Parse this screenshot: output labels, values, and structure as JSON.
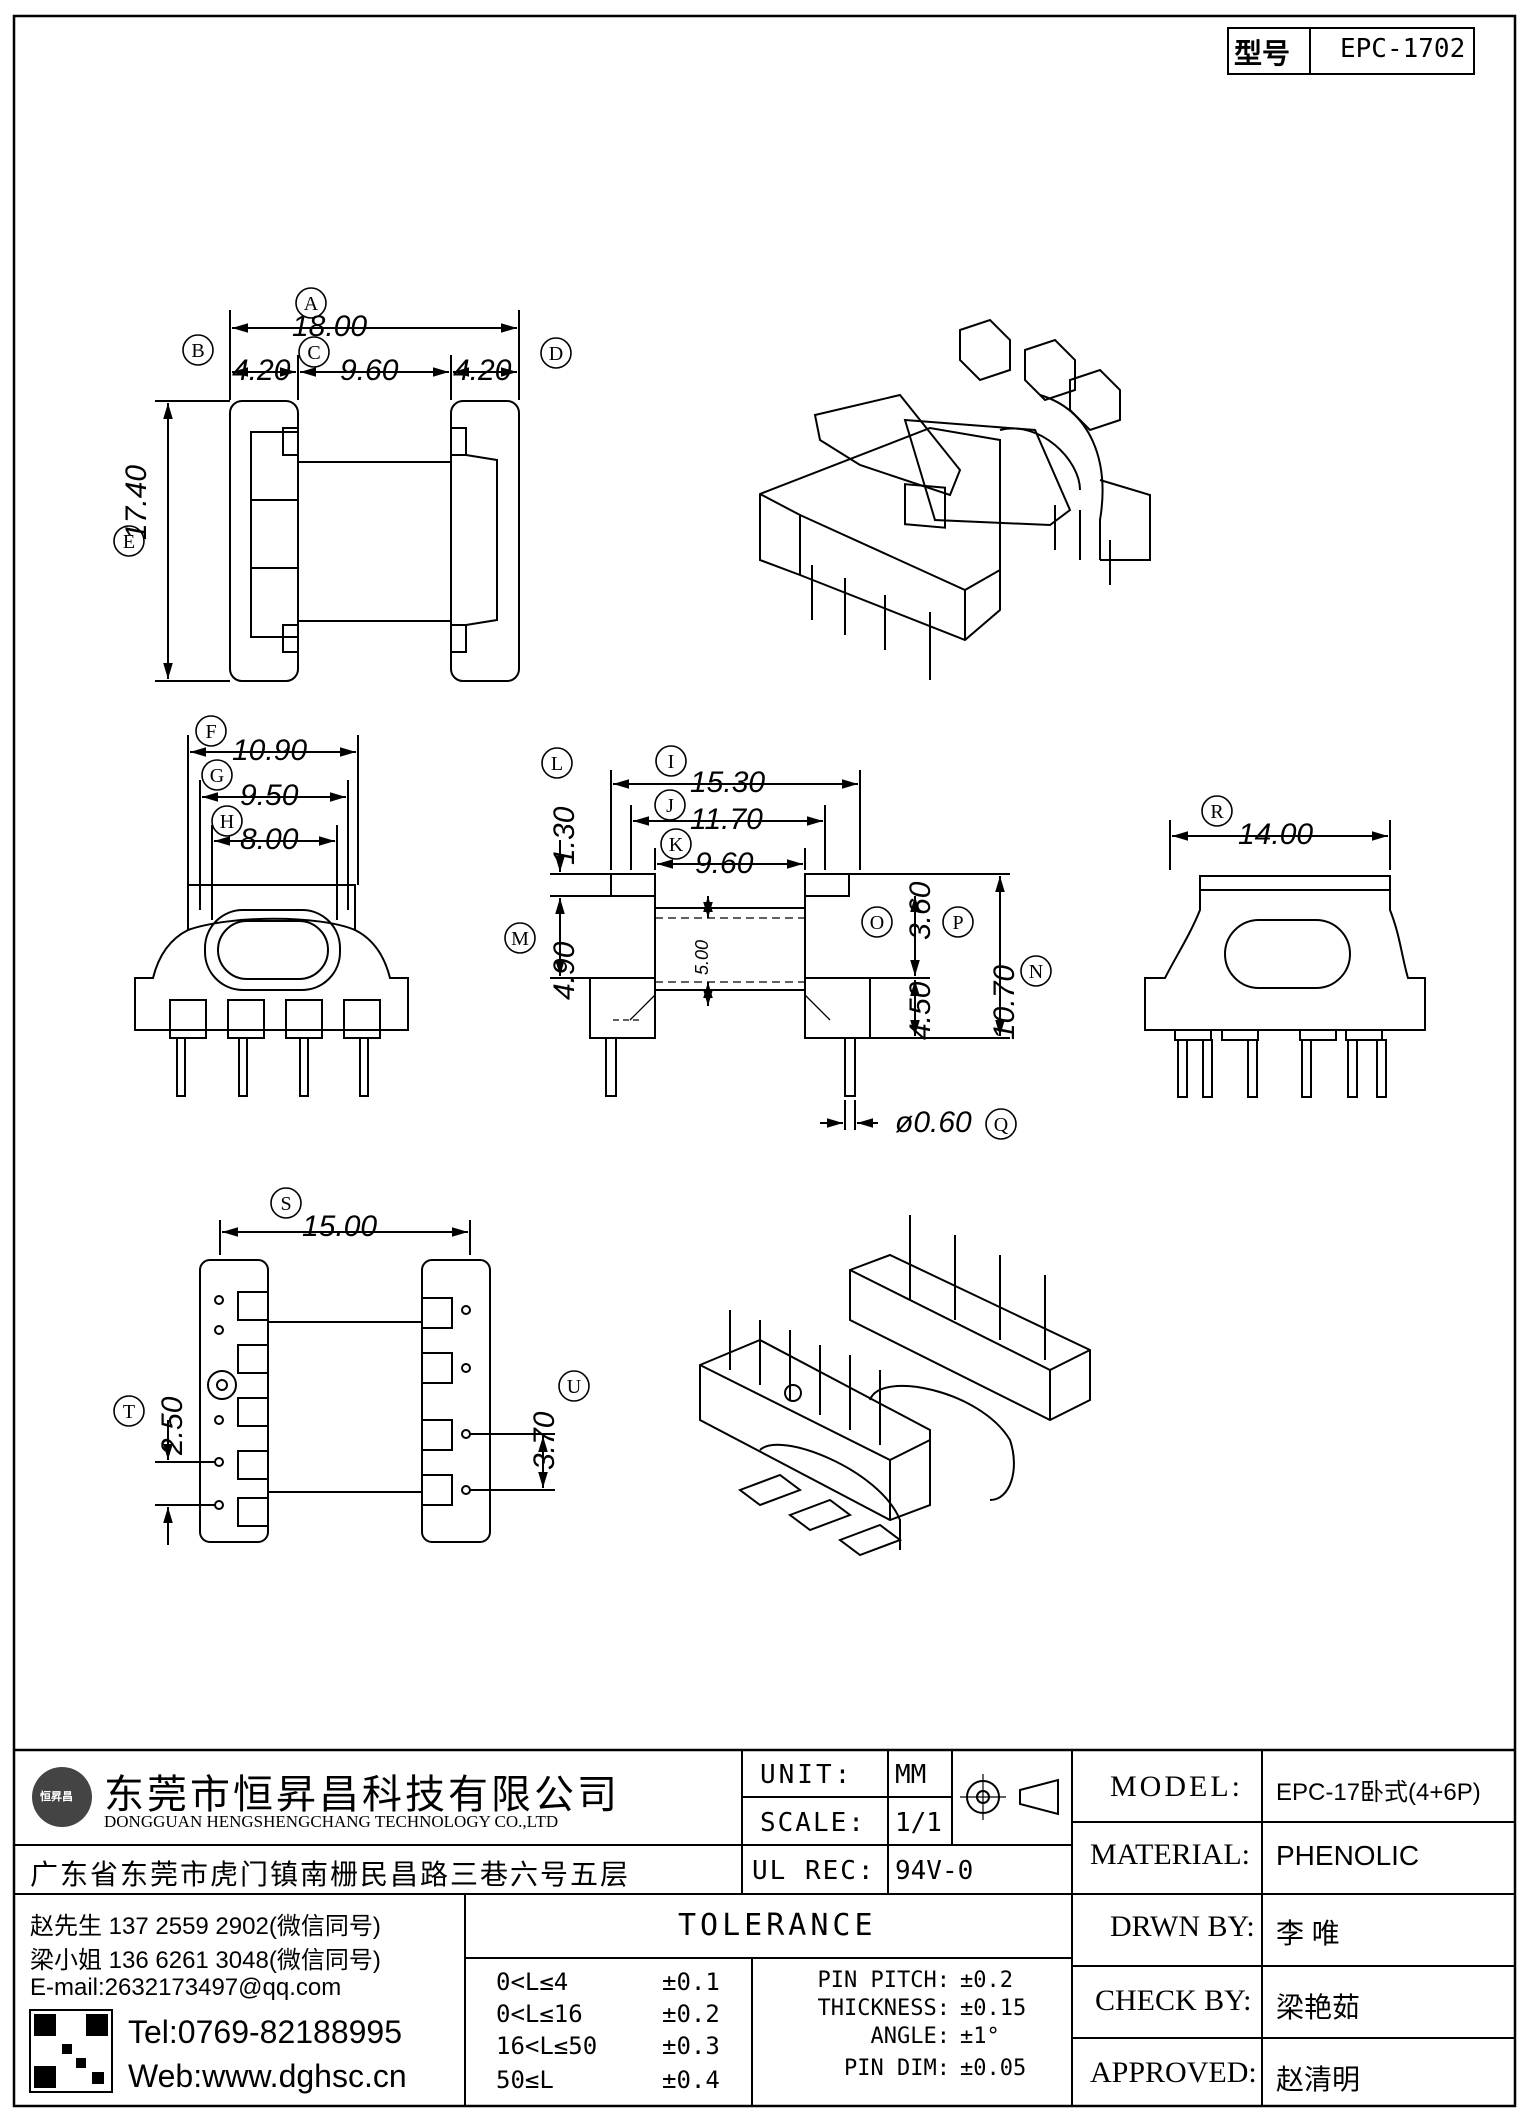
{
  "model_tag": {
    "label": "型号",
    "value": "EPC-1702"
  },
  "dimensions": {
    "A": "18.00",
    "B": "4.20",
    "C": "9.60",
    "D": "4.20",
    "E": "17.40",
    "F": "10.90",
    "G": "9.50",
    "H": "8.00",
    "I": "15.30",
    "J": "11.70",
    "K": "9.60",
    "L": "1.30",
    "M": "4.90",
    "inner": "5.00",
    "O": "3.60",
    "P": "4.50",
    "N": "10.70",
    "Q": "ø0.60",
    "R": "14.00",
    "S": "15.00",
    "T": "2.50",
    "U": "3.70"
  },
  "company": {
    "name_cn": "东莞市恒昇昌科技有限公司",
    "name_en": "DONGGUAN HENGSHENGCHANG TECHNOLOGY CO.,LTD",
    "address": "广东省东莞市虎门镇南栅民昌路三巷六号五层",
    "contact1": "赵先生 137 2559 2902(微信同号)",
    "contact2": "梁小姐 136 6261 3048(微信同号)",
    "email": "E-mail:2632173497@qq.com",
    "tel": "Tel:0769-82188995",
    "web": "Web:www.dghsc.cn",
    "logo_text": "恒昇昌"
  },
  "titleblock": {
    "unit_label": "UNIT:",
    "unit_value": "MM",
    "scale_label": "SCALE:",
    "scale_value": "1/1",
    "ulrec_label": "UL REC:",
    "ulrec_value": "94V-0",
    "tolerance_title": "TOLERANCE",
    "tol_rows": [
      {
        "range": "0<L≤4",
        "tol": "±0.1"
      },
      {
        "range": "0<L≤16",
        "tol": "±0.2"
      },
      {
        "range": "16<L≤50",
        "tol": "±0.3"
      },
      {
        "range": "50≤L",
        "tol": "±0.4"
      }
    ],
    "tol_extra": [
      {
        "label": "PIN PITCH:",
        "tol": "±0.2"
      },
      {
        "label": "THICKNESS:",
        "tol": "±0.15"
      },
      {
        "label": "ANGLE:",
        "tol": "±1°"
      },
      {
        "label": "PIN DIM:",
        "tol": "±0.05"
      }
    ],
    "model_label": "MODEL:",
    "model_value": "EPC-17卧式(4+6P)",
    "material_label": "MATERIAL:",
    "material_value": "PHENOLIC",
    "drwn_label": "DRWN BY:",
    "drwn_value": "李  唯",
    "check_label": "CHECK BY:",
    "check_value": "梁艳茹",
    "approved_label": "APPROVED:",
    "approved_value": "赵清明"
  }
}
